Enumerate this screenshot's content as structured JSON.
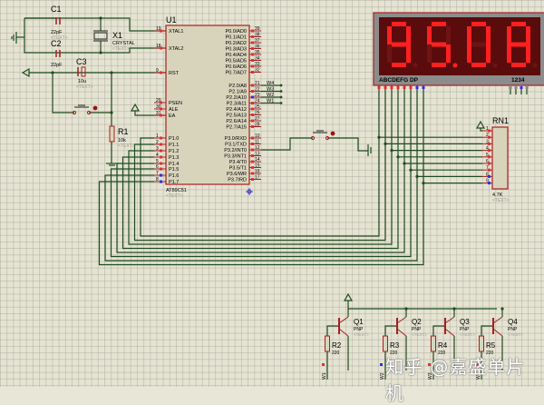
{
  "app": "Proteus ISIS schematic",
  "colors": {
    "wire": "#1f4d1f",
    "part_outline": "#a82020",
    "part_fill": "#d8d4bc",
    "pin_red": "#e03030",
    "pin_blue": "#3030e0",
    "display_bg": "#7a1010",
    "segment_on": "#ff2020",
    "hint_text": "#9a9a90",
    "label": "#000000"
  },
  "u1": {
    "ref": "U1",
    "type": "AT89C51",
    "text": "<TEXT>",
    "left_pins": [
      {
        "num": "19",
        "name": "XTAL1"
      },
      {
        "num": "18",
        "name": "XTAL2"
      },
      {
        "num": "9",
        "name": "RST"
      },
      {
        "num": "29",
        "name": "PSEN"
      },
      {
        "num": "30",
        "name": "ALE"
      },
      {
        "num": "31",
        "name": "EA"
      },
      {
        "num": "1",
        "name": "P1.0"
      },
      {
        "num": "2",
        "name": "P1.1"
      },
      {
        "num": "3",
        "name": "P1.2"
      },
      {
        "num": "4",
        "name": "P1.3"
      },
      {
        "num": "5",
        "name": "P1.4"
      },
      {
        "num": "6",
        "name": "P1.5"
      },
      {
        "num": "7",
        "name": "P1.6"
      },
      {
        "num": "8",
        "name": "P1.7"
      }
    ],
    "right_pins": [
      {
        "num": "39",
        "name": "P0.0/AD0"
      },
      {
        "num": "38",
        "name": "P0.1/AD1"
      },
      {
        "num": "37",
        "name": "P0.2/AD2"
      },
      {
        "num": "36",
        "name": "P0.3/AD3"
      },
      {
        "num": "35",
        "name": "P0.4/AD4"
      },
      {
        "num": "34",
        "name": "P0.5/AD5"
      },
      {
        "num": "33",
        "name": "P0.6/AD6"
      },
      {
        "num": "32",
        "name": "P0.7/AD7"
      },
      {
        "num": "21",
        "name": "P2.0/A8"
      },
      {
        "num": "22",
        "name": "P2.1/A9"
      },
      {
        "num": "23",
        "name": "P2.2/A10"
      },
      {
        "num": "24",
        "name": "P2.3/A11"
      },
      {
        "num": "25",
        "name": "P2.4/A12"
      },
      {
        "num": "26",
        "name": "P2.5/A13"
      },
      {
        "num": "27",
        "name": "P2.6/A14"
      },
      {
        "num": "28",
        "name": "P2.7/A15"
      },
      {
        "num": "10",
        "name": "P3.0/RXD"
      },
      {
        "num": "11",
        "name": "P3.1/TXD"
      },
      {
        "num": "12",
        "name": "P3.2/INT0"
      },
      {
        "num": "13",
        "name": "P3.3/INT1"
      },
      {
        "num": "14",
        "name": "P3.4/T0"
      },
      {
        "num": "15",
        "name": "P3.5/T1"
      },
      {
        "num": "16",
        "name": "P3.6/WR"
      },
      {
        "num": "17",
        "name": "P3.7/RD"
      }
    ],
    "net_labels": [
      "W4",
      "W3",
      "W2",
      "W1"
    ]
  },
  "c1": {
    "ref": "C1",
    "value": "22pF",
    "text": "<TEXT>"
  },
  "c2": {
    "ref": "C2",
    "value": "22pF",
    "text": "<TEXT>"
  },
  "c3": {
    "ref": "C3",
    "value": "10u",
    "text": "<TEXT>"
  },
  "x1": {
    "ref": "X1",
    "value": "CRYSTAL",
    "text": "<TEXT>"
  },
  "r1": {
    "ref": "R1",
    "value": "10k",
    "text": "<TEXT>"
  },
  "rn1": {
    "ref": "RN1",
    "value": "4.7K",
    "text": "<TEXT>",
    "pins": [
      "1",
      "2",
      "3",
      "4",
      "5",
      "6",
      "7",
      "8",
      "9"
    ]
  },
  "display": {
    "digits": [
      "9",
      "5",
      "0",
      "8"
    ],
    "dp_after_digit": 2,
    "seg_label": "ABCDEFG DP",
    "digit_label": "1234"
  },
  "transistors": [
    {
      "ref": "Q1",
      "type": "PNP",
      "text": "<TEXT>",
      "r_ref": "R2",
      "r_value": "220",
      "net": "W1"
    },
    {
      "ref": "Q2",
      "type": "PNP",
      "text": "<TEXT>",
      "r_ref": "R3",
      "r_value": "220",
      "net": "W2"
    },
    {
      "ref": "Q3",
      "type": "PNP",
      "text": "<TEXT>",
      "r_ref": "R4",
      "r_value": "220",
      "net": "W3"
    },
    {
      "ref": "Q4",
      "type": "PNP",
      "text": "<TEXT>",
      "r_ref": "R5",
      "r_value": "220",
      "net": "W4"
    }
  ],
  "watermark": "知乎 @嘉盛单片机"
}
